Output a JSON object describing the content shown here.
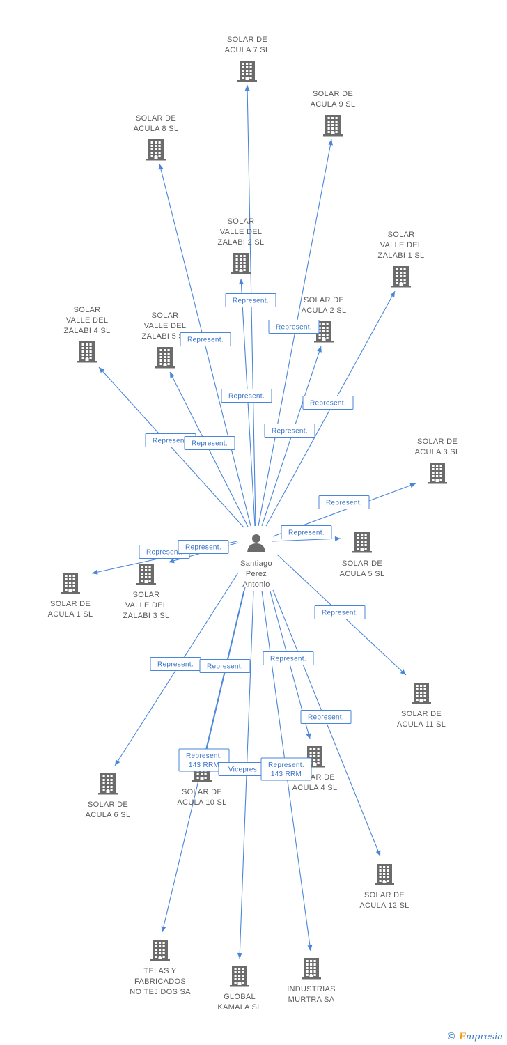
{
  "center": {
    "name_lines": [
      "Santiago",
      "Perez",
      "Antonio"
    ],
    "icon": "person-icon"
  },
  "companies": [
    {
      "id": "solar-de-acula-7-sl",
      "lines": [
        "SOLAR DE",
        "ACULA 7 SL"
      ]
    },
    {
      "id": "solar-de-acula-9-sl",
      "lines": [
        "SOLAR DE",
        "ACULA 9 SL"
      ]
    },
    {
      "id": "solar-de-acula-8-sl",
      "lines": [
        "SOLAR DE",
        "ACULA 8 SL"
      ]
    },
    {
      "id": "solar-valle-del-zalabi-2-sl",
      "lines": [
        "SOLAR",
        "VALLE DEL",
        "ZALABI 2 SL"
      ]
    },
    {
      "id": "solar-valle-del-zalabi-1-sl",
      "lines": [
        "SOLAR",
        "VALLE DEL",
        "ZALABI 1 SL"
      ]
    },
    {
      "id": "solar-de-acula-2-sl",
      "lines": [
        "SOLAR DE",
        "ACULA 2 SL"
      ]
    },
    {
      "id": "solar-valle-del-zalabi-4-sl",
      "lines": [
        "SOLAR",
        "VALLE DEL",
        "ZALABI 4 SL"
      ]
    },
    {
      "id": "solar-valle-del-zalabi-5-sl",
      "lines": [
        "SOLAR",
        "VALLE DEL",
        "ZALABI 5 SL"
      ]
    },
    {
      "id": "solar-de-acula-3-sl",
      "lines": [
        "SOLAR DE",
        "ACULA 3 SL"
      ]
    },
    {
      "id": "solar-de-acula-5-sl",
      "lines": [
        "SOLAR DE",
        "ACULA 5 SL"
      ]
    },
    {
      "id": "solar-de-acula-1-sl",
      "lines": [
        "SOLAR DE",
        "ACULA 1 SL"
      ]
    },
    {
      "id": "solar-valle-del-zalabi-3-sl",
      "lines": [
        "SOLAR",
        "VALLE DEL",
        "ZALABI 3 SL"
      ]
    },
    {
      "id": "solar-de-acula-11-sl",
      "lines": [
        "SOLAR DE",
        "ACULA 11 SL"
      ]
    },
    {
      "id": "solar-de-acula-6-sl",
      "lines": [
        "SOLAR DE",
        "ACULA 6 SL"
      ]
    },
    {
      "id": "solar-de-acula-10-sl",
      "lines": [
        "SOLAR DE",
        "ACULA 10 SL"
      ]
    },
    {
      "id": "solar-de-acula-4-sl",
      "lines": [
        "SOLAR DE",
        "ACULA 4 SL"
      ]
    },
    {
      "id": "solar-de-acula-12-sl",
      "lines": [
        "SOLAR DE",
        "ACULA 12 SL"
      ]
    },
    {
      "id": "telas-y-fabricados-no-tejidos-sa",
      "lines": [
        "TELAS Y",
        "FABRICADOS",
        "NO TEJIDOS SA"
      ]
    },
    {
      "id": "global-kamala-sl",
      "lines": [
        "GLOBAL",
        "KAMALA SL"
      ]
    },
    {
      "id": "industrias-murtra-sa",
      "lines": [
        "INDUSTRIAS",
        "MURTRA SA"
      ]
    }
  ],
  "relations": [
    {
      "target": "solar-de-acula-7-sl",
      "label": [
        "Represent."
      ]
    },
    {
      "target": "solar-de-acula-9-sl",
      "label": [
        "Represent."
      ]
    },
    {
      "target": "solar-de-acula-8-sl",
      "label": [
        "Represent."
      ]
    },
    {
      "target": "solar-valle-del-zalabi-2-sl",
      "label": [
        "Represent."
      ]
    },
    {
      "target": "solar-valle-del-zalabi-1-sl",
      "label": [
        "Represent."
      ]
    },
    {
      "target": "solar-de-acula-2-sl",
      "label": [
        "Represent."
      ]
    },
    {
      "target": "solar-valle-del-zalabi-4-sl",
      "label": [
        "Represent."
      ]
    },
    {
      "target": "solar-valle-del-zalabi-5-sl",
      "label": [
        "Represent."
      ]
    },
    {
      "target": "solar-de-acula-3-sl",
      "label": [
        "Represent."
      ]
    },
    {
      "target": "solar-de-acula-5-sl",
      "label": [
        "Represent."
      ]
    },
    {
      "target": "solar-de-acula-1-sl",
      "label": [
        "Represent."
      ]
    },
    {
      "target": "solar-valle-del-zalabi-3-sl",
      "label": [
        "Represent."
      ]
    },
    {
      "target": "solar-de-acula-11-sl",
      "label": [
        "Represent."
      ]
    },
    {
      "target": "solar-de-acula-6-sl",
      "label": [
        "Represent."
      ]
    },
    {
      "target": "solar-de-acula-10-sl",
      "label": [
        "Represent."
      ]
    },
    {
      "target": "solar-de-acula-4-sl",
      "label": [
        "Represent."
      ]
    },
    {
      "target": "solar-de-acula-12-sl",
      "label": [
        "Represent."
      ]
    },
    {
      "target": "telas-y-fabricados-no-tejidos-sa",
      "label": [
        "Represent.",
        "143 RRM"
      ]
    },
    {
      "target": "global-kamala-sl",
      "label": [
        "Vicepres."
      ]
    },
    {
      "target": "industrias-murtra-sa",
      "label": [
        "Represent.",
        "143 RRM"
      ]
    }
  ],
  "colors": {
    "edge": "#4a86d8",
    "icon": "#6b6b6b",
    "label": "#5a5a5a"
  },
  "footer": {
    "copyright": "©",
    "brand_first": "E",
    "brand_rest": "mpresia"
  }
}
